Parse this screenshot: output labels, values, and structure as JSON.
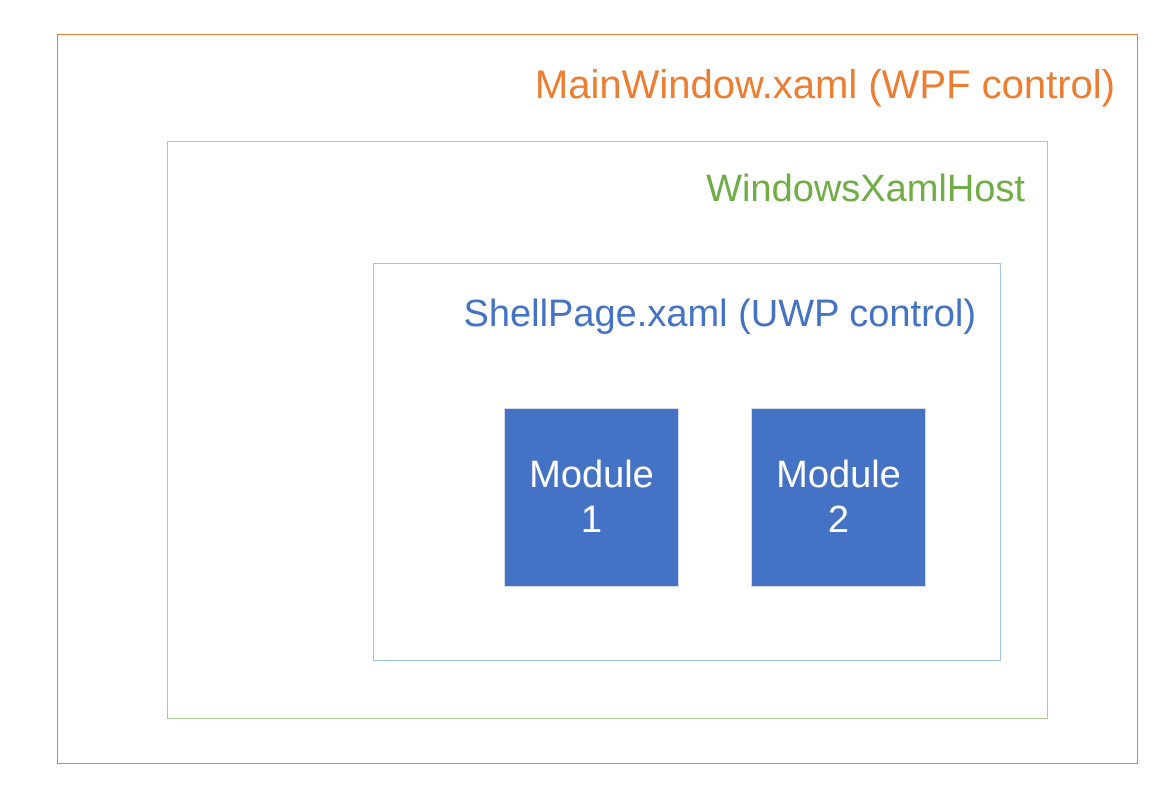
{
  "diagram": {
    "background_color": "#FFFFFF",
    "layers": [
      {
        "id": "mainwindow",
        "title": "MainWindow.xaml (WPF control)",
        "border_color": "#ED7D31",
        "text_color": "#ED7D31"
      },
      {
        "id": "windowsxamlhost",
        "title": "WindowsXamlHost",
        "border_color": "#A9D18E",
        "text_color": "#70AD47"
      },
      {
        "id": "shellpage",
        "title": "ShellPage.xaml (UWP control)",
        "border_color": "#9DC3E6",
        "text_color": "#4472C4"
      }
    ],
    "modules": [
      {
        "id": "module-1",
        "name_line": "Module",
        "number_line": "1",
        "fill_color": "#4472C4",
        "text_color": "#FFFFFF"
      },
      {
        "id": "module-2",
        "name_line": "Module",
        "number_line": "2",
        "fill_color": "#4472C4",
        "text_color": "#FFFFFF"
      }
    ]
  }
}
